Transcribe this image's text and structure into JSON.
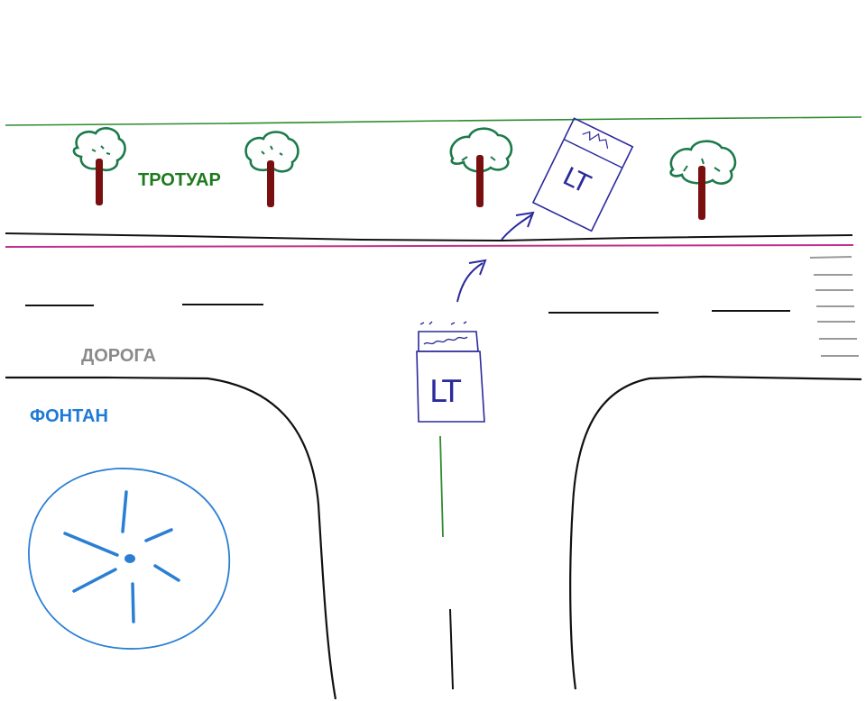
{
  "labels": {
    "sidewalk": "ТРОТУАР",
    "road": "ДОРОГА",
    "fountain": "ФОНТАН"
  },
  "cars": {
    "car_main": "LT",
    "car_parked": "LT"
  },
  "colors": {
    "sidewalk_label": "#1e7a1e",
    "road_label": "#8a8a8a",
    "fountain_label": "#1f7ad6",
    "tree_crown": "#1b7a4a",
    "tree_trunk": "#7a0f0f",
    "car": "#2a2a9c",
    "fountain": "#2a7fd4",
    "curb_magenta": "#c0308c",
    "sidewalk_edge": "#2e8b2e",
    "road_lines": "#111111"
  },
  "icons": {
    "tree": "tree-icon",
    "car": "car-icon",
    "arrow": "arrow-icon",
    "fountain": "fountain-icon"
  }
}
